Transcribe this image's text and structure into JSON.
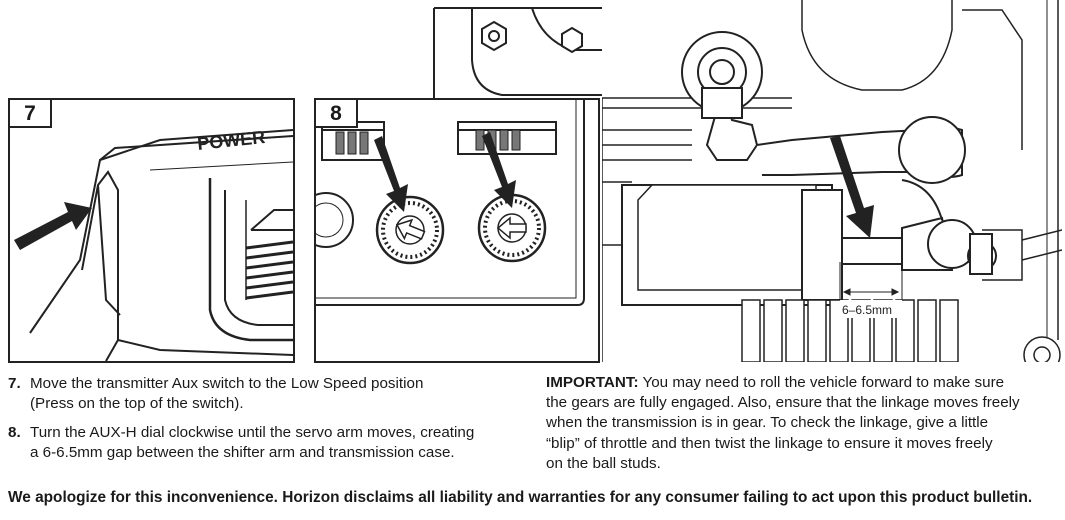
{
  "figure7": {
    "number": "7",
    "power_label": "POWER"
  },
  "figure8": {
    "number": "8"
  },
  "figure_engine": {
    "gap_label": "6–6.5mm"
  },
  "steps": [
    {
      "num": "7.",
      "line1": "Move the transmitter Aux switch to the Low Speed position",
      "line2": "(Press on the top of the switch)."
    },
    {
      "num": "8.",
      "line1": "Turn the AUX-H dial clockwise until the servo arm moves, creating",
      "line2": "a 6-6.5mm gap between the shifter arm and transmission case."
    }
  ],
  "important": {
    "label": "IMPORTANT:",
    "line1": " You may need to roll the vehicle forward to make sure",
    "line2": "the gears are fully engaged.  Also, ensure that the linkage moves freely",
    "line3": "when the transmission is in gear. To check the linkage, give a little",
    "line4": "“blip” of throttle and then twist the linkage to ensure it moves freely",
    "line5": "on the ball studs."
  },
  "footer": "We apologize for this inconvenience. Horizon disclaims all liability and warranties for any consumer failing to act upon this product bulletin."
}
